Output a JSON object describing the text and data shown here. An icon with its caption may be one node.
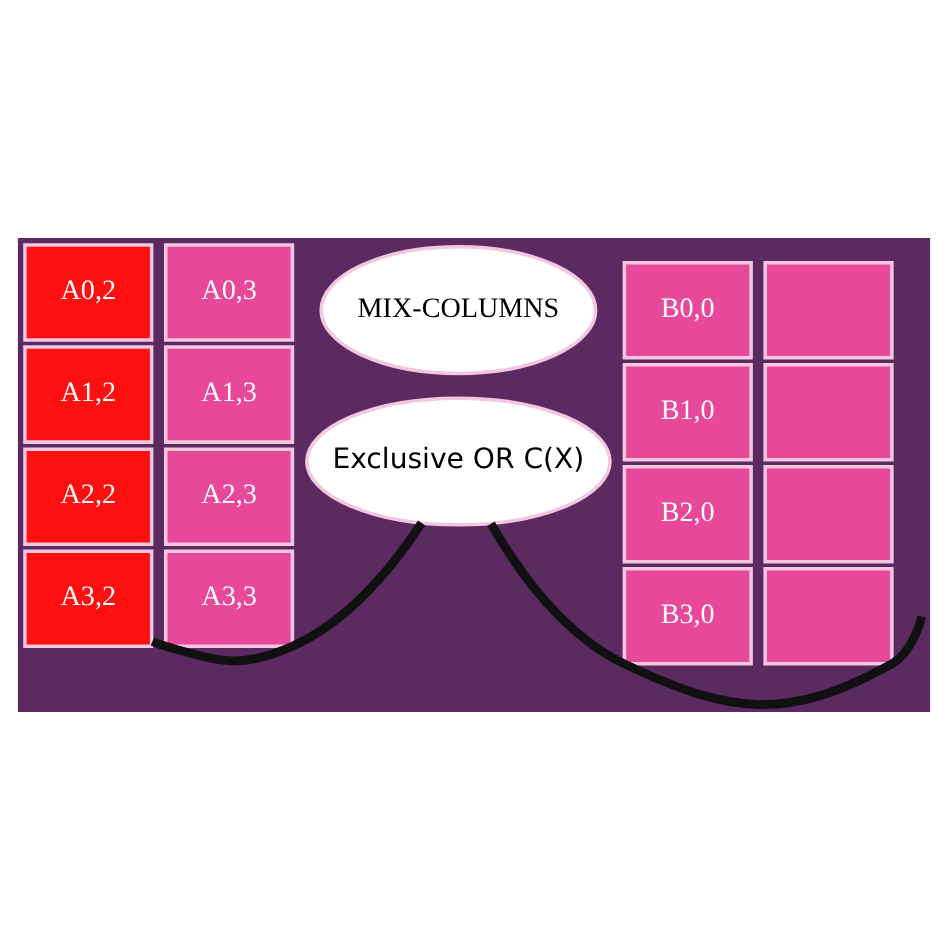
{
  "diagram": {
    "nodes": [
      {
        "text": [
          "A0,2"
        ]
      },
      {
        "text": [
          "A0,3"
        ]
      },
      {
        "text": [
          "A1,2"
        ]
      },
      {
        "text": [
          "A1,3"
        ]
      },
      {
        "text": [
          "A2,2"
        ]
      },
      {
        "text": [
          "A2,3"
        ]
      },
      {
        "text": [
          "A3,2"
        ]
      },
      {
        "text": [
          "A3,3"
        ]
      },
      {
        "text": [
          "MIX-COLUMNS"
        ]
      },
      {
        "text": [
          "B0,0"
        ]
      },
      {
        "text": [],
        "shape": "box"
      },
      {
        "text": [
          "B1,0"
        ]
      },
      {
        "text": [],
        "shape": "box"
      },
      {
        "text": [
          "B2,0"
        ]
      },
      {
        "text": [],
        "shape": "box"
      },
      {
        "text": [
          "B3,0"
        ]
      },
      {
        "text": [],
        "shape": "box"
      },
      {
        "text": [
          "Exclusive OR C(X)"
        ]
      }
    ],
    "edges": [
      {
        "from": 6,
        "to": 17,
        "arrow": "none"
      },
      {
        "from": null,
        "to": 17,
        "arrow": "none"
      }
    ]
  }
}
